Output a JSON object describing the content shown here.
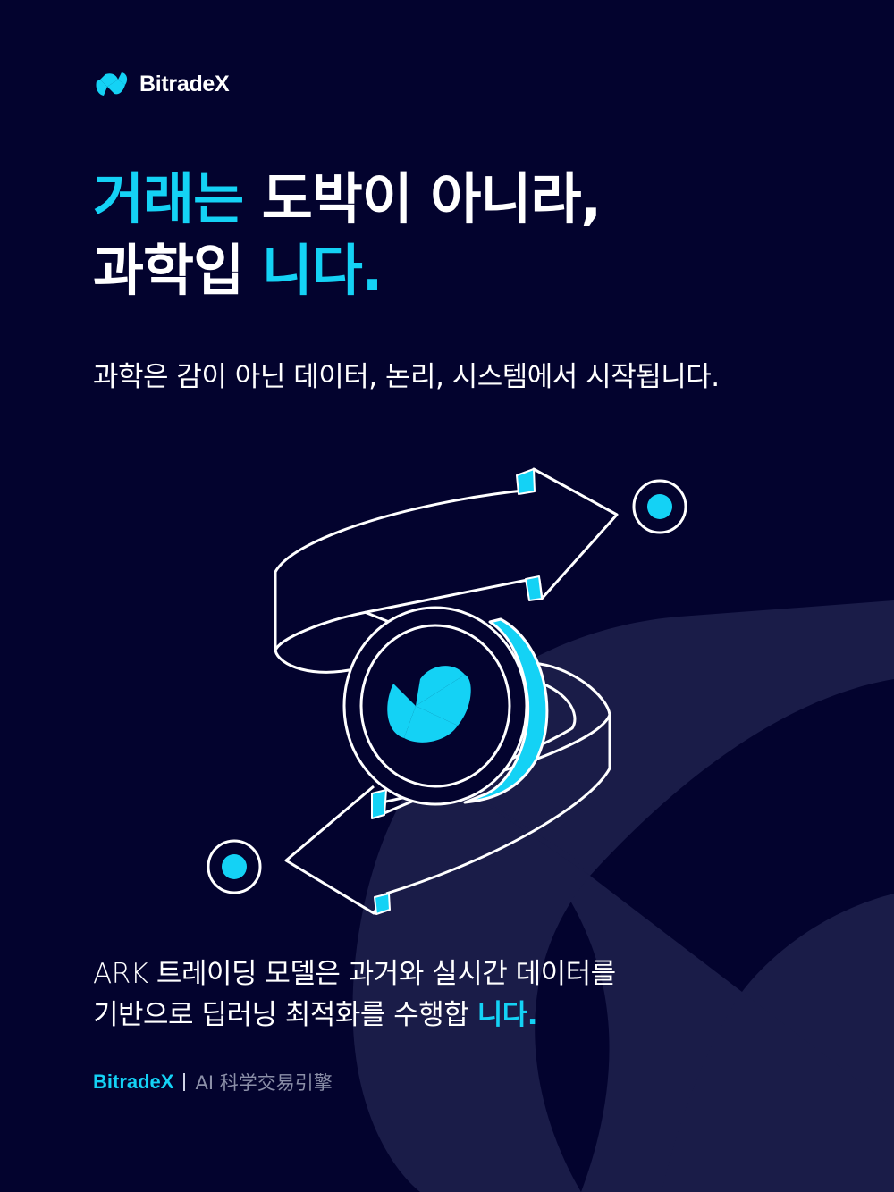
{
  "brand": {
    "name": "BitradeX",
    "logo_icon": "bitradex-logo-icon"
  },
  "headline": {
    "line1_accent": "거래는",
    "line1_rest": " 도박이 아니라,",
    "line2_rest": "과학입 ",
    "line2_accent": "니다."
  },
  "subtitle": "과학은 감이 아닌 데이터, 논리, 시스템에서 시작됩니다.",
  "body": {
    "line1_prefix": "ARK",
    "line1_rest": " 트레이딩 모델은 과거와 실시간 데이터를",
    "line2_rest": "기반으로 딥러닝 최적화를 수행합 ",
    "line2_accent": "니다."
  },
  "footer": {
    "brand": "BitradeX",
    "tagline": "AI 科学交易引擎"
  },
  "colors": {
    "background": "#03032e",
    "accent": "#14d2f5",
    "bg_shape": "#1a1c48",
    "text": "#ffffff",
    "muted": "#8b8fa8"
  },
  "illustration": {
    "icons": [
      "arrow-right-ribbon",
      "arrow-left-ribbon",
      "coin-with-logo",
      "target-dot-top-right",
      "target-dot-bottom-left"
    ]
  }
}
